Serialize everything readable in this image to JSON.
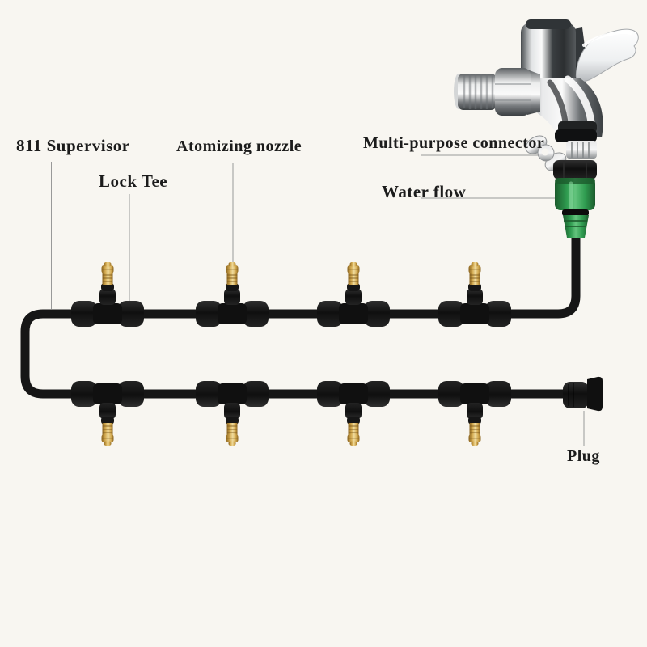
{
  "labels": {
    "supervisor": "811 Supervisor",
    "lock_tee": "Lock Tee",
    "atomizing_nozzle": "Atomizing nozzle",
    "multi_purpose_connector": "Multi-purpose connector",
    "water_flow": "Water flow",
    "plug": "Plug"
  },
  "figure": {
    "rows_of_tubing": 2,
    "tee_count": 8,
    "nozzle_count": 8,
    "nozzles_per_row": 4
  },
  "colors": {
    "background": "#f8f6f1",
    "tube_black": "#161616",
    "fitting_black": "#121212",
    "brass_light": "#f0dc9e",
    "brass_mid": "#d2a84e",
    "brass_dark": "#8a6420",
    "green_light": "#63c47d",
    "green_mid": "#2f9c50",
    "green_dark": "#1b5a2c",
    "chrome_light": "#fafafa",
    "chrome_dark": "#3c4043",
    "key_silver": "#c8c8c8",
    "label_text": "#1c1c1c",
    "leader_line": "#999999"
  }
}
